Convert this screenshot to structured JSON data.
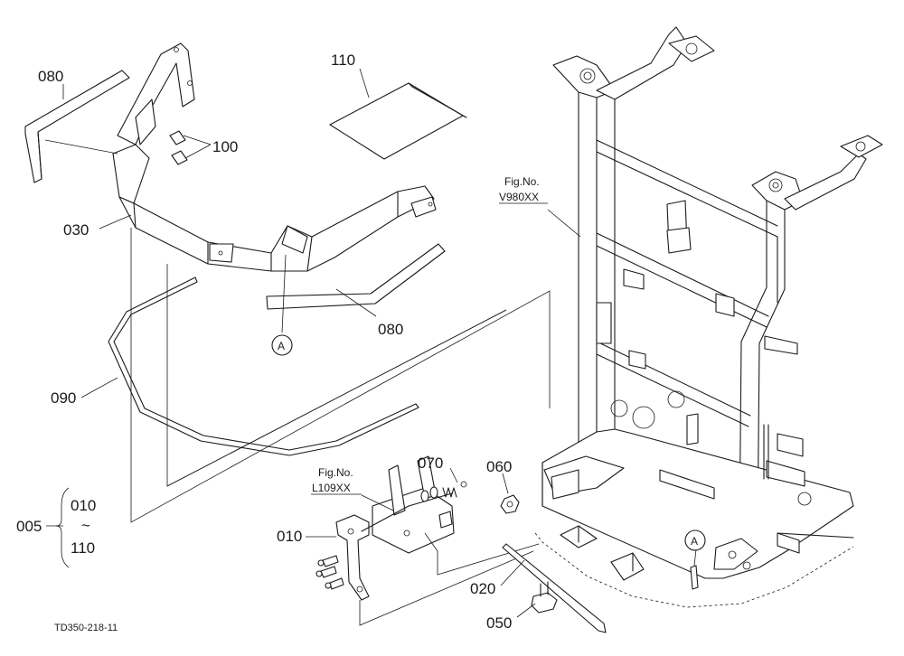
{
  "diagram": {
    "drawing_id": "TD350-218-11",
    "callouts": {
      "p080_upper": "080",
      "p100": "100",
      "p110_sheet": "110",
      "p030": "030",
      "p080_lower": "080",
      "ref_a_left": "A",
      "p090": "090",
      "p005": "005",
      "p010_range": "010",
      "range_sym": "~",
      "p110_range": "110",
      "p010": "010",
      "p070": "070",
      "p060": "060",
      "p020": "020",
      "p050": "050",
      "ref_a_right": "A"
    },
    "figrefs": {
      "frame_fig": "Fig.No.",
      "frame_num": "V980XX",
      "link_fig": "Fig.No.",
      "link_num": "L109XX"
    }
  }
}
